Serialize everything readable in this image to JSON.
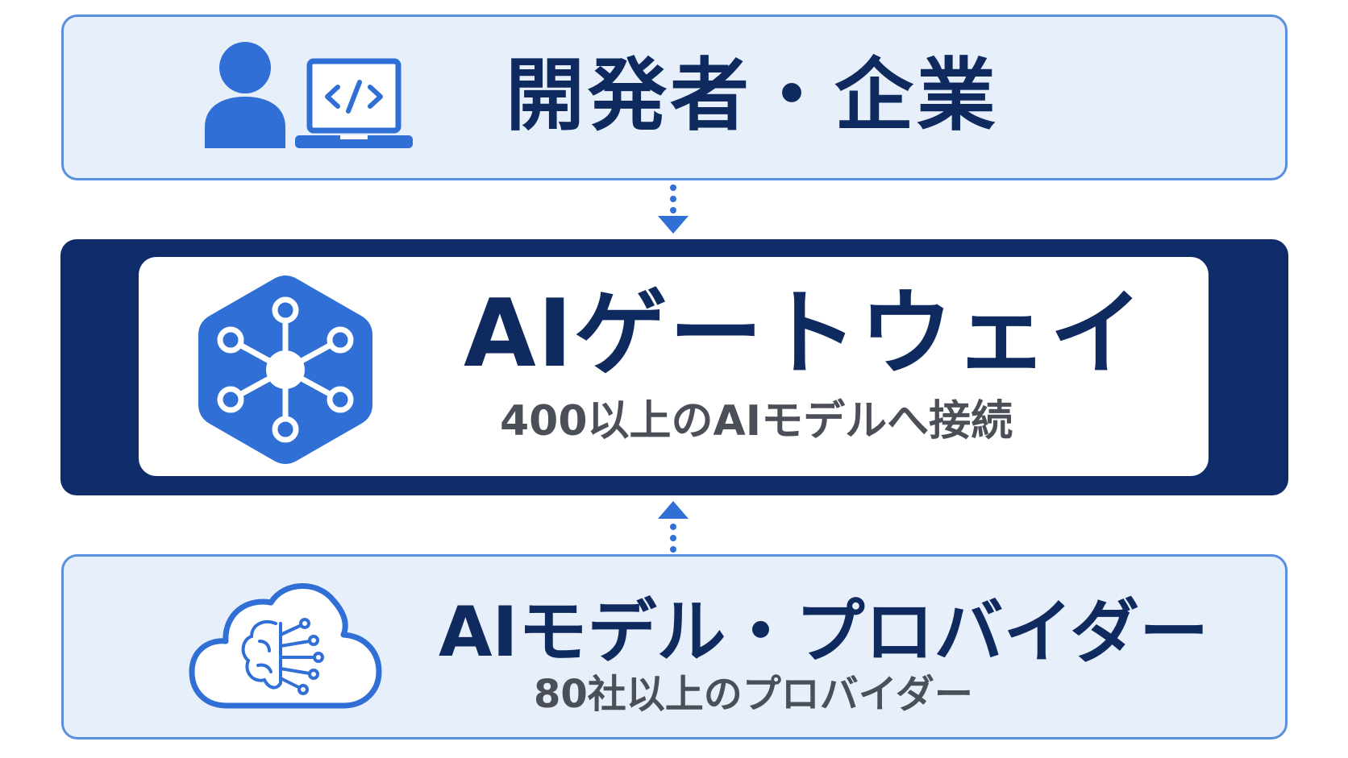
{
  "colors": {
    "navy": "#0e2c6a",
    "accent_blue": "#2f6fd6",
    "light_panel": "#e7effb",
    "panel_border": "#5a8fdf",
    "subtext_gray": "#4a4f58"
  },
  "top_layer": {
    "title": "開発者・企業",
    "icons": [
      "user-icon",
      "laptop-code-icon"
    ]
  },
  "gateway_layer": {
    "title": "AIゲートウェイ",
    "subtitle": "400以上のAIモデルへ接続",
    "icon": "hub-network-icon"
  },
  "provider_layer": {
    "title": "AIモデル・プロバイダー",
    "subtitle": "80社以上のプロバイダー",
    "icon": "cloud-brain-icon"
  },
  "connectors": [
    "arrow-down-icon",
    "arrow-up-icon"
  ]
}
